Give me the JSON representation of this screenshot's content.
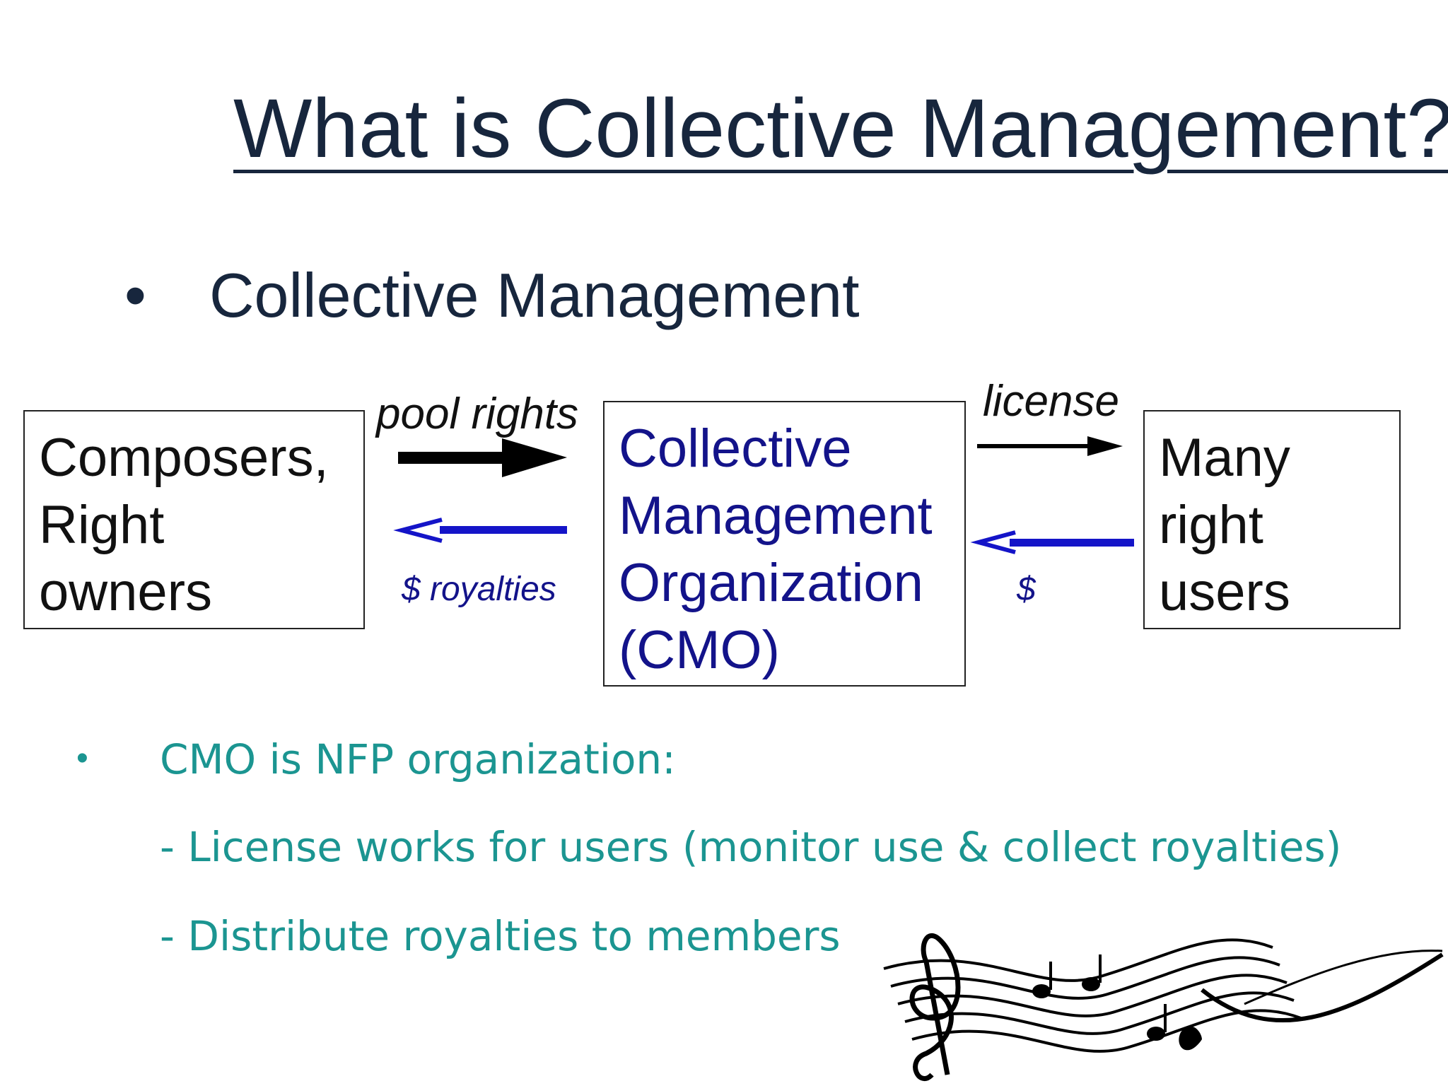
{
  "title": "What is Collective Management?",
  "bullet_main": "Collective Management",
  "bullet_symbol": "•",
  "diagram": {
    "left_box": [
      "Composers,",
      "Right",
      "owners"
    ],
    "middle_box": [
      "Collective",
      "Management",
      "Organization",
      "(CMO)"
    ],
    "right_box": [
      "Many",
      "right",
      "users"
    ],
    "arrow_pool_rights": "pool rights",
    "arrow_royalties": "$ royalties",
    "arrow_license": "license",
    "arrow_dollar": "$"
  },
  "bullets": {
    "header": "CMO is NFP organization:",
    "items": [
      "- License works for users (monitor use & collect royalties)",
      "- Distribute royalties to members"
    ]
  },
  "colors": {
    "title": "#17263d",
    "cmo_text": "#13138a",
    "teal": "#1b9591",
    "arrow_black": "#000000",
    "arrow_blue": "#1414c8"
  },
  "decoration": "music-notes-icon"
}
